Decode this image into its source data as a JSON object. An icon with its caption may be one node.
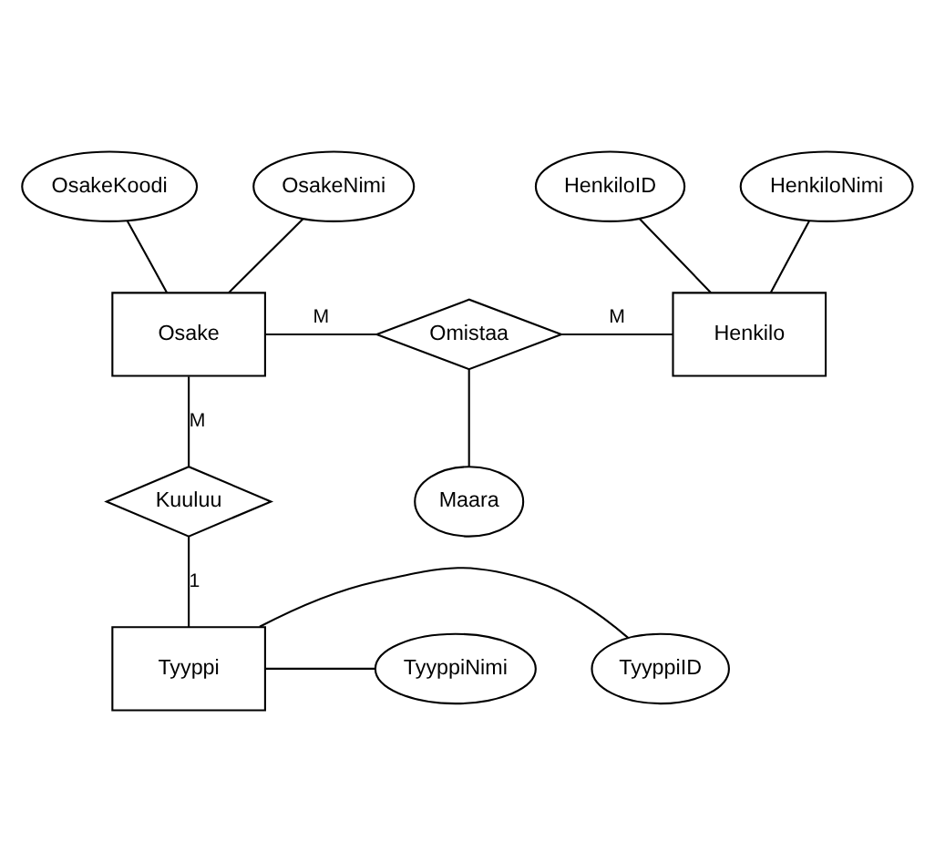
{
  "diagram": {
    "nodes": [
      {
        "text": [
          "OsakeKoodi"
        ]
      },
      {
        "text": [
          "OsakeNimi"
        ]
      },
      {
        "text": [
          "HenkiloID"
        ]
      },
      {
        "text": [
          "HenkiloNimi"
        ]
      },
      {
        "text": [
          "Osake"
        ]
      },
      {
        "text": [
          "Omistaa"
        ]
      },
      {
        "text": [
          "Henkilo"
        ]
      },
      {
        "text": [
          "Maara"
        ]
      },
      {
        "text": [
          "Kuuluu"
        ]
      },
      {
        "text": [
          "TyyppiID"
        ]
      },
      {
        "text": [
          "Tyyppi"
        ]
      },
      {
        "text": [
          "TyyppiNimi"
        ]
      }
    ],
    "edges": [
      {
        "from": 0,
        "to": 4,
        "arrow": "none"
      },
      {
        "from": 1,
        "to": 4,
        "arrow": "none"
      },
      {
        "from": 2,
        "to": 6,
        "arrow": "none"
      },
      {
        "from": 3,
        "to": 6,
        "arrow": "none"
      },
      {
        "from": 4,
        "to": 5,
        "arrow": "none",
        "label": "M"
      },
      {
        "from": 5,
        "to": 6,
        "arrow": "none",
        "label": "M"
      },
      {
        "from": 5,
        "to": 7,
        "arrow": "none"
      },
      {
        "from": 4,
        "to": 8,
        "arrow": "none",
        "label": "M"
      },
      {
        "from": 8,
        "to": 10,
        "arrow": "none",
        "label": "1"
      },
      {
        "from": 10,
        "to": 9,
        "arrow": "none"
      },
      {
        "from": 10,
        "to": 11,
        "arrow": "none"
      }
    ]
  }
}
